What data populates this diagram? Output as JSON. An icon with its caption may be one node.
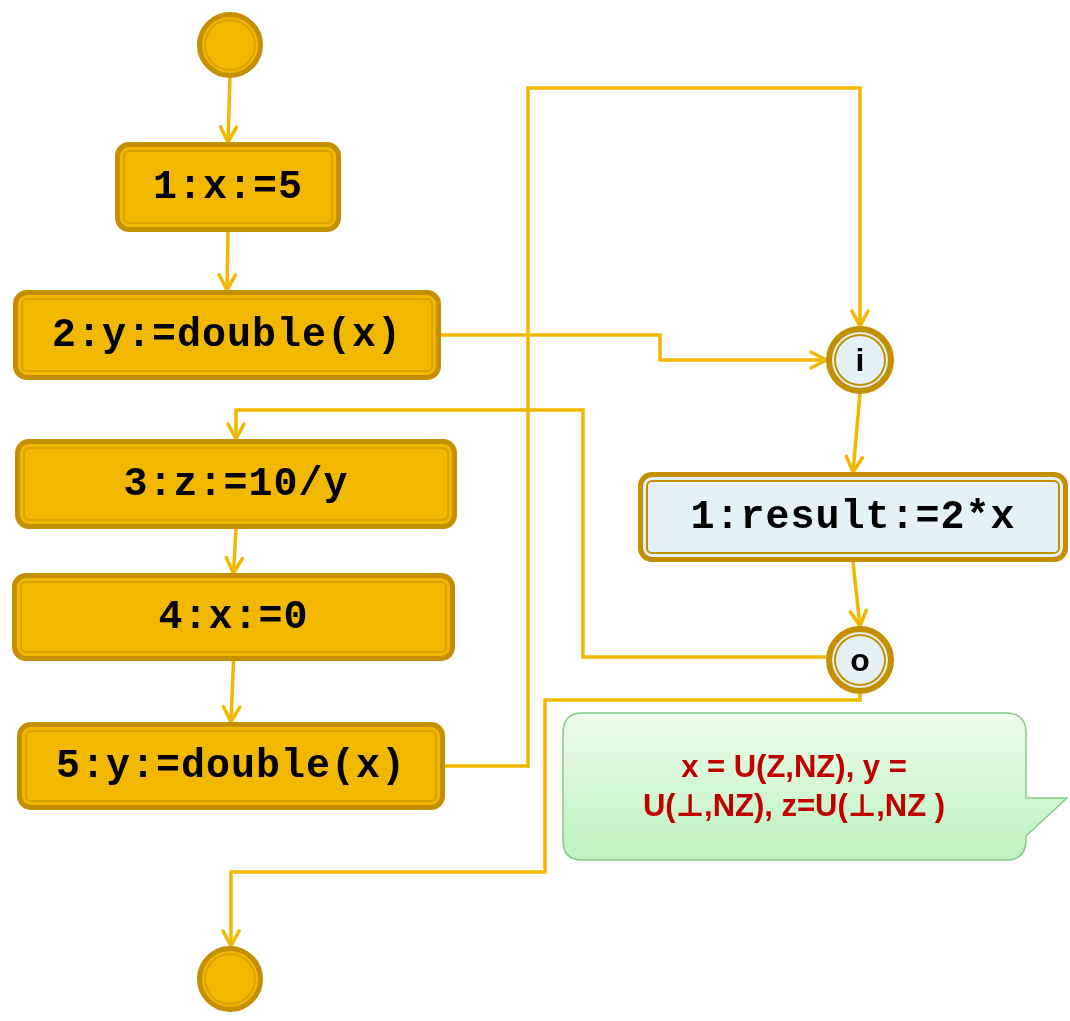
{
  "diagram": {
    "nodes": [
      {
        "text": [],
        "shape": "circle"
      },
      {
        "text": [
          "1:x:=5"
        ]
      },
      {
        "text": [
          "2:y:=double(x)"
        ]
      },
      {
        "text": [
          "3:z:=10/y"
        ]
      },
      {
        "text": [
          "4:x:=0"
        ]
      },
      {
        "text": [
          "5:y:=double(x)"
        ]
      },
      {
        "text": [
          "i"
        ]
      },
      {
        "text": [
          "1:result:=2*x"
        ]
      },
      {
        "text": [
          "o"
        ]
      },
      {
        "text": [
          "x = U(Z,NZ), y = U(⊥,NZ), z=U(⊥,NZ )"
        ]
      },
      {
        "text": [],
        "shape": "circle"
      }
    ],
    "edges": [
      {
        "from": 0,
        "to": 1,
        "arrow": "to"
      },
      {
        "from": 1,
        "to": 2,
        "arrow": "to"
      },
      {
        "from": 2,
        "to": 6,
        "arrow": "to"
      },
      {
        "from": 5,
        "to": 6,
        "arrow": "to"
      },
      {
        "from": 6,
        "to": 7,
        "arrow": "to"
      },
      {
        "from": 7,
        "to": 8,
        "arrow": "to"
      },
      {
        "from": 8,
        "to": 3,
        "arrow": "to"
      },
      {
        "from": 3,
        "to": 4,
        "arrow": "to"
      },
      {
        "from": 4,
        "to": 5,
        "arrow": "to"
      },
      {
        "from": 8,
        "to": 10,
        "arrow": "to"
      }
    ]
  }
}
